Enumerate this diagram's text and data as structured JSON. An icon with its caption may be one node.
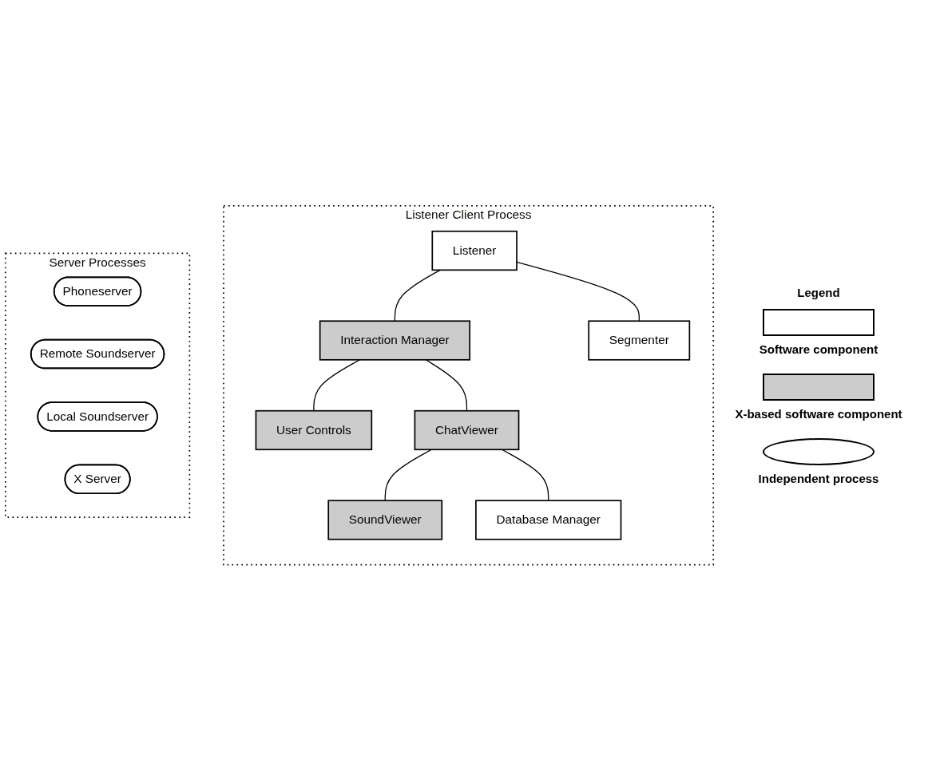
{
  "diagram": {
    "nodes": [
      {
        "text": [
          "Listener Client Process"
        ]
      },
      {
        "text": [
          "Listener"
        ],
        "in": 0
      },
      {
        "text": [
          "Interaction Manager"
        ],
        "in": 0
      },
      {
        "text": [
          "Segmenter"
        ],
        "in": 0
      },
      {
        "text": [
          "User Controls"
        ],
        "in": 0
      },
      {
        "text": [
          "ChatViewer"
        ],
        "in": 0
      },
      {
        "text": [
          "SoundViewer"
        ],
        "in": 0
      },
      {
        "text": [
          "Database Manager"
        ],
        "in": 0
      },
      {
        "text": [
          "Server Processes"
        ]
      },
      {
        "text": [
          "Phoneserver"
        ],
        "in": 8
      },
      {
        "text": [
          "Remote Soundserver"
        ],
        "in": 8
      },
      {
        "text": [
          "Local Soundserver"
        ],
        "in": 8
      },
      {
        "text": [
          "X Server"
        ],
        "in": 8
      }
    ],
    "edges": [
      {
        "from": 1,
        "to": 2,
        "arrow": "none"
      },
      {
        "from": 1,
        "to": 3,
        "arrow": "none"
      },
      {
        "from": 2,
        "to": 4,
        "arrow": "none"
      },
      {
        "from": 2,
        "to": 5,
        "arrow": "none"
      },
      {
        "from": 5,
        "to": 6,
        "arrow": "none"
      },
      {
        "from": 5,
        "to": 7,
        "arrow": "none"
      }
    ],
    "labels": [
      "Legend"
    ],
    "legend": [
      {
        "text": "Software component",
        "color": "#ffffff"
      },
      {
        "text": "X-based software component",
        "color": "#cccccc"
      },
      {
        "text": "Independent process"
      }
    ]
  }
}
